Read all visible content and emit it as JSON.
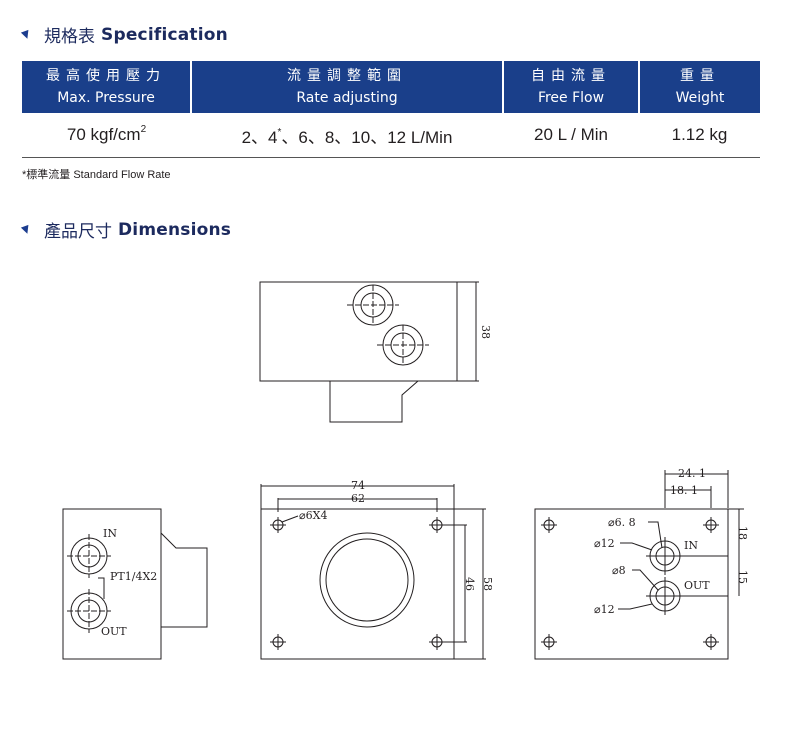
{
  "spec_section": {
    "title_zh": "規格表",
    "title_en": "Specification"
  },
  "spec_table": {
    "headers": [
      {
        "zh": "最高使用壓力",
        "en": "Max. Pressure"
      },
      {
        "zh": "流量調整範圍",
        "en": "Rate adjusting"
      },
      {
        "zh": "自由流量",
        "en": "Free Flow"
      },
      {
        "zh": "重量",
        "en": "Weight"
      }
    ],
    "row": {
      "pressure_value": "70 kgf/cm",
      "pressure_sup": "2",
      "rate_part1": "2、4",
      "rate_sup": "*",
      "rate_part2": "、6、8、10、12 L/Min",
      "free_flow": "20 L / Min",
      "weight": "1.12 kg"
    }
  },
  "footnote": "*標準流量 Standard Flow Rate",
  "dimensions_section": {
    "title_zh": "產品尺寸",
    "title_en": "Dimensions"
  },
  "drawing_labels": {
    "top_height": "38",
    "width_74": "74",
    "width_62": "62",
    "holes": "⌀6X4",
    "height_46": "46",
    "height_58": "58",
    "port_in": "IN",
    "port_out": "OUT",
    "thread": "PT1/4X2",
    "dim_24_1": "24. 1",
    "dim_18_1": "18. 1",
    "dim_18": "18",
    "dim_15": "15",
    "dia_6_8": "⌀6. 8",
    "dia_12_a": "⌀12",
    "dia_8": "⌀8",
    "dia_12_b": "⌀12"
  },
  "colors": {
    "header_bg": "#1a3f8a",
    "title_color": "#1c2a5e",
    "line": "#231f20"
  }
}
